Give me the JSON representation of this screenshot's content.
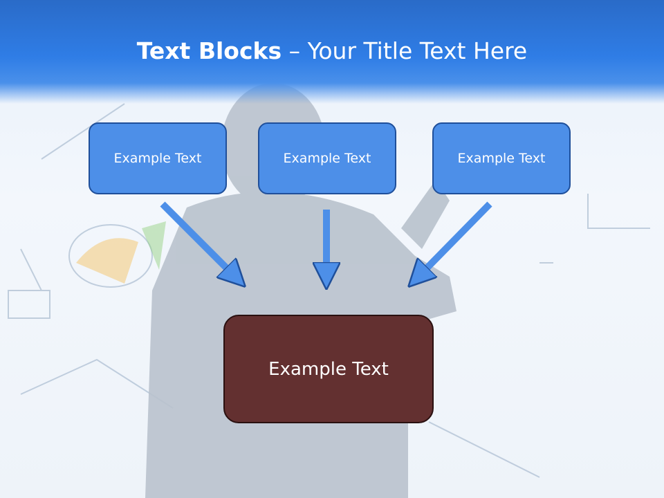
{
  "header": {
    "title_bold": "Text Blocks",
    "title_rest": " – Your Title Text Here"
  },
  "boxes": {
    "top_left": "Example Text",
    "top_middle": "Example Text",
    "top_right": "Example Text",
    "bottom": "Example Text"
  },
  "colors": {
    "header": "#2f7de6",
    "blue_box": "#4d8fe8",
    "brown_box": "#633030",
    "arrow": "#4d8fe8"
  }
}
